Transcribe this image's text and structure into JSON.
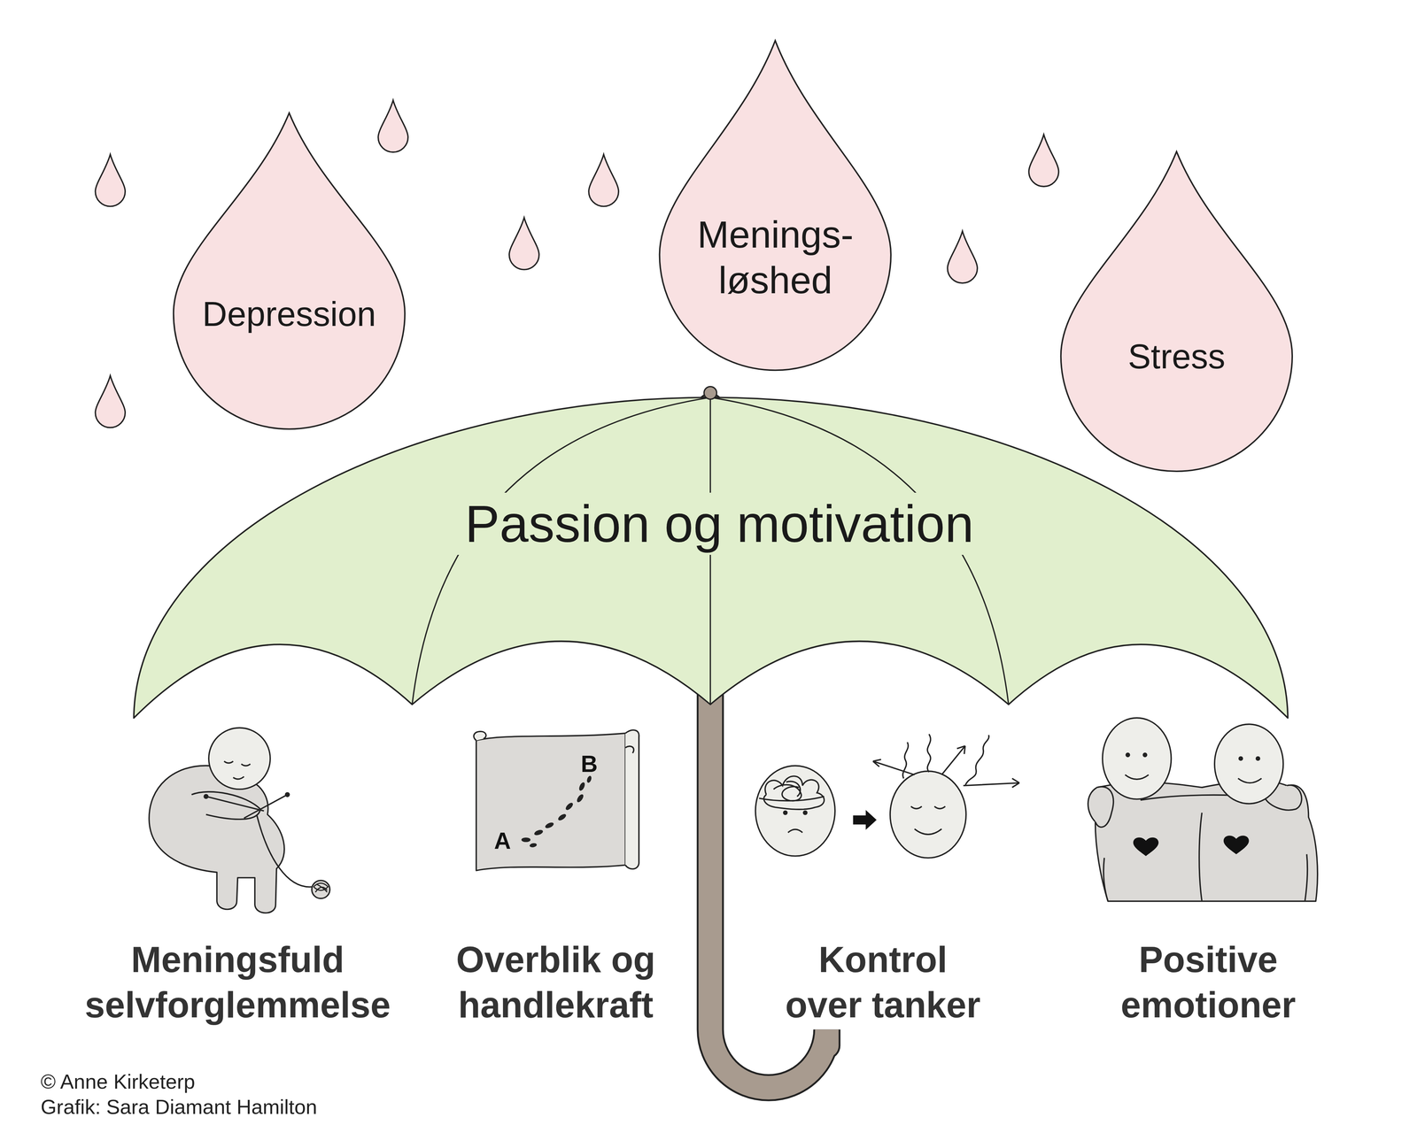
{
  "diagram": {
    "nodes": [
      {
        "text": [
          "Depression"
        ]
      },
      {
        "text": [
          "Menings- løshed"
        ]
      },
      {
        "text": [
          "Stress"
        ]
      },
      {
        "text": [
          "Passion og motivation"
        ]
      }
    ],
    "labels": [
      "A",
      "B",
      "Meningsfuld selvforglemmelse",
      "Overblik og handlekraft",
      "Kontrol over tanker",
      "Positive emotioner",
      "© Anne Kirketerp",
      "Grafik: Sara Diamant Hamilton"
    ]
  }
}
